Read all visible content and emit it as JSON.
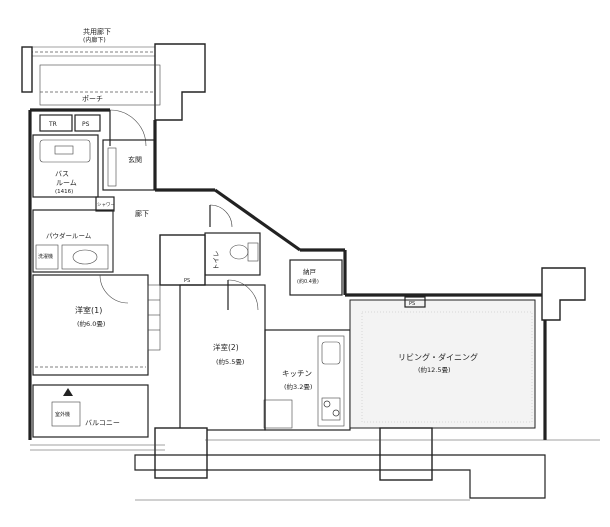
{
  "labels": {
    "corridor_top": "共用廊下",
    "corridor_top_sub": "(内廊下)",
    "porch": "ポーチ",
    "tr": "TR",
    "ps_top": "PS",
    "entrance": "玄関",
    "bath": "バス",
    "bath_room": "ルーム",
    "bath_size": "(1416)",
    "hallway": "廊下",
    "shower": "シャワー",
    "powder_room": "パウダールーム",
    "washer": "洗濯機",
    "toilet": "トイレ",
    "storage": "納戸",
    "storage_size": "(約0.4畳)",
    "western1": "洋室(1)",
    "western1_size": "(約6.0畳)",
    "western2": "洋室(2)",
    "western2_size": "(約5.5畳)",
    "kitchen": "キッチン",
    "kitchen_size": "(約3.2畳)",
    "living": "リビング・ダイニング",
    "living_size": "(約12.5畳)",
    "balcony": "バルコニー",
    "outdoor_unit": "室外機",
    "ps_right": "PS",
    "ps_left": "PS"
  }
}
